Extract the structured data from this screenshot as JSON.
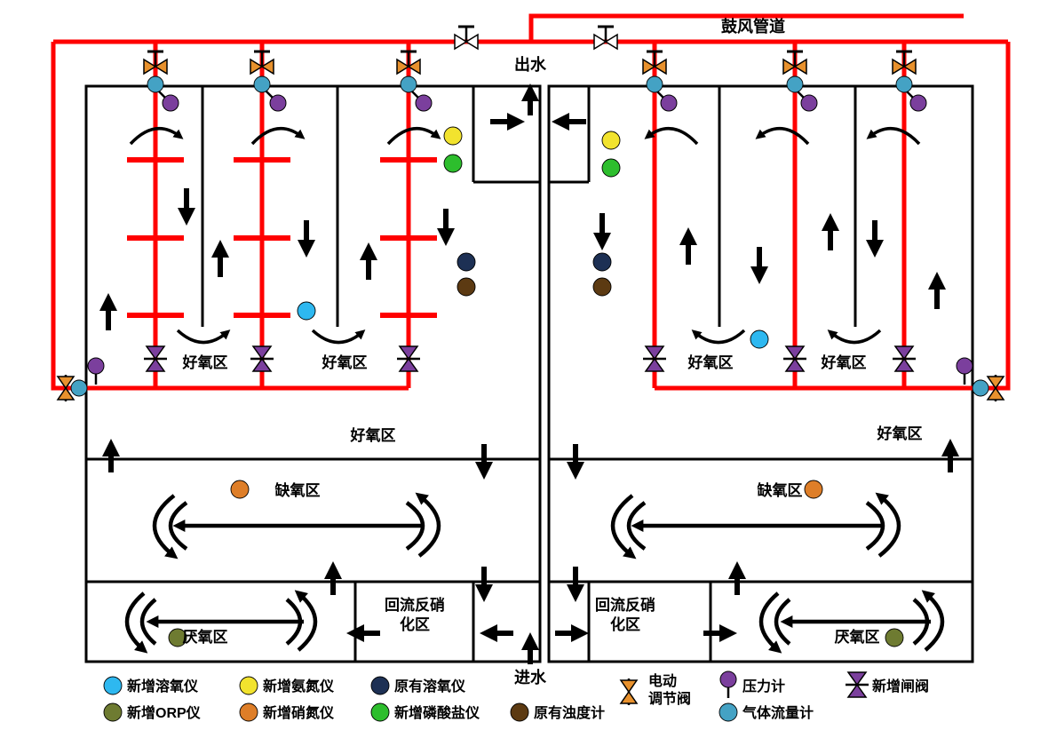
{
  "diagram": {
    "blower_pipe_label": "鼓风管道",
    "effluent_label": "出水",
    "influent_label": "进水",
    "zones": {
      "aerobic": "好氧区",
      "anoxic": "缺氧区",
      "anaerobic": "厌氧区",
      "reflux_denitrification": "回流反硝化区",
      "reflux_denitrification_line1": "回流反硝",
      "reflux_denitrification_line2": "化区"
    }
  },
  "colors": {
    "air_pipe": "#FF0000",
    "tank_wall": "#000000",
    "control_valve": "#E8912D",
    "gate_valve": "#7B3F9D",
    "pressure_gauge": "#7B3F9D",
    "gas_flow_meter": "#44A2C4",
    "do_meter_new": "#2EB8F0",
    "ammonia_meter_new": "#F2E32E",
    "do_meter_old": "#1D3054",
    "orp_meter_new": "#6E7B31",
    "nitrate_meter_new": "#DE7E28",
    "phosphate_meter_new": "#2DBE2D",
    "turbidity_meter_old": "#5C3A12"
  },
  "legend": {
    "items": [
      {
        "label": "新增溶氧仪"
      },
      {
        "label": "新增氨氮仪"
      },
      {
        "label": "原有溶氧仪"
      },
      {
        "label": "电动调节阀",
        "line1": "电动",
        "line2": "调节阀"
      },
      {
        "label": "压力计"
      },
      {
        "label": "新增闸阀"
      },
      {
        "label": "新增ORP仪"
      },
      {
        "label": "新增硝氮仪"
      },
      {
        "label": "新增磷酸盐仪"
      },
      {
        "label": "原有浊度计"
      },
      {
        "label": "气体流量计"
      }
    ]
  }
}
